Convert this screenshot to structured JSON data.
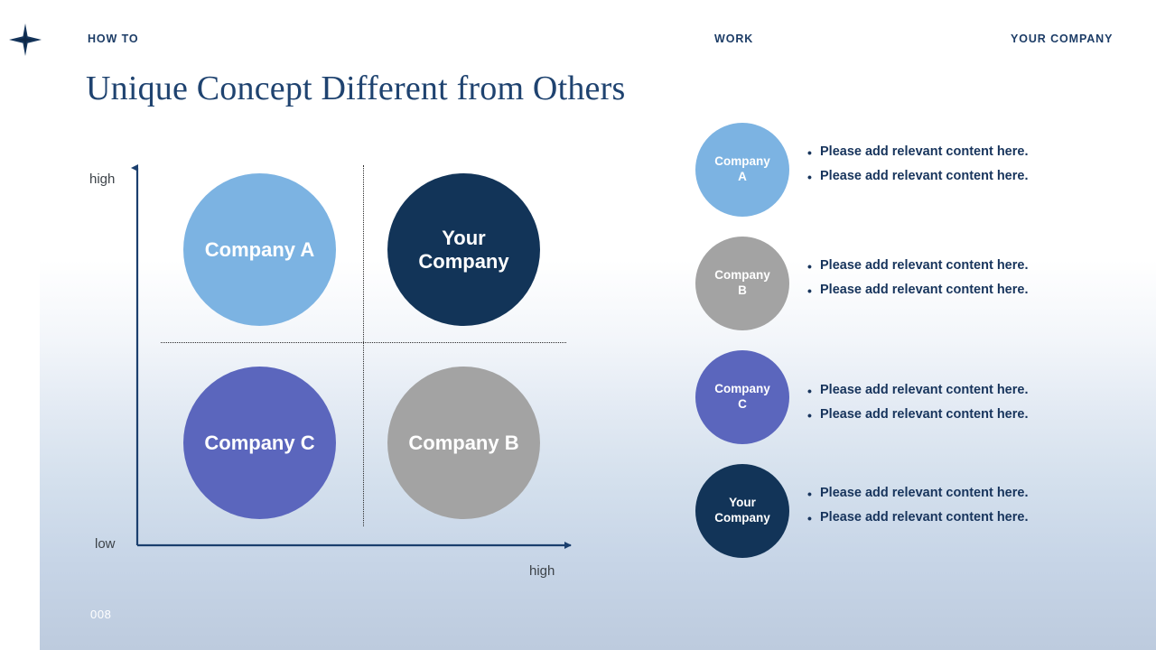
{
  "header": {
    "logo_icon": "sparkle-icon",
    "left_label": "HOW TO",
    "center_label": "WORK",
    "right_label": "YOUR COMPANY"
  },
  "title": "Unique Concept Different from Others",
  "page_number": "008",
  "colors": {
    "navy": "#123458",
    "title_navy": "#1f4370",
    "light_blue": "#7cb3e2",
    "gray": "#a3a3a3",
    "periwinkle": "#5b66bd",
    "axis": "#1b3f6e",
    "bullet_text": "#17345c",
    "page_bg_top": "#ffffff",
    "page_bg_bottom": "#bdcbde"
  },
  "chart_data": {
    "type": "scatter",
    "title": "Unique Concept Different from Others",
    "xlabel": "",
    "ylabel": "",
    "x_axis": {
      "low_label": "low",
      "high_label": "high"
    },
    "y_axis": {
      "low_label": "low",
      "high_label": "high"
    },
    "grid": "dotted-quadrant",
    "quadrants": 4,
    "points": [
      {
        "label": "Company A",
        "quadrant": "top-left",
        "x": 0.28,
        "y": 0.74,
        "color": "#7cb3e2"
      },
      {
        "label": "Your Company",
        "quadrant": "top-right",
        "x": 0.72,
        "y": 0.74,
        "color": "#123458"
      },
      {
        "label": "Company C",
        "quadrant": "bottom-left",
        "x": 0.28,
        "y": 0.28,
        "color": "#5b66bd"
      },
      {
        "label": "Company B",
        "quadrant": "bottom-right",
        "x": 0.72,
        "y": 0.28,
        "color": "#a3a3a3"
      }
    ]
  },
  "matrix": {
    "y_high": "high",
    "y_low": "low",
    "x_high": "high",
    "bubbles": [
      {
        "id": "a",
        "label": "Company A",
        "color": "#7cb3e2"
      },
      {
        "id": "you",
        "label": "Your Company",
        "color": "#123458"
      },
      {
        "id": "c",
        "label": "Company C",
        "color": "#5b66bd"
      },
      {
        "id": "b",
        "label": "Company B",
        "color": "#a3a3a3"
      }
    ]
  },
  "legend": {
    "items": [
      {
        "label": "Company A",
        "color": "#7cb3e2",
        "bullets": [
          "Please add relevant content here.",
          "Please add relevant content here."
        ]
      },
      {
        "label": "Company B",
        "color": "#a3a3a3",
        "bullets": [
          "Please add relevant content here.",
          "Please add relevant content here."
        ]
      },
      {
        "label": "Company C",
        "color": "#5b66bd",
        "bullets": [
          "Please add relevant content here.",
          "Please add relevant content here."
        ]
      },
      {
        "label": "Your Company",
        "color": "#123458",
        "bullets": [
          "Please add relevant content here.",
          "Please add relevant content here."
        ]
      }
    ]
  }
}
